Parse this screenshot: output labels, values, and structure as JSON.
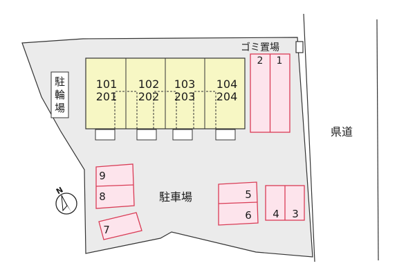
{
  "map": {
    "labels": {
      "bicycle_parking": [
        "駐",
        "輪",
        "場"
      ],
      "garbage_area": "ゴミ置場",
      "parking_lot": "駐車場",
      "road": "県道",
      "north": "N"
    },
    "units": [
      {
        "lower": "101",
        "upper": "201"
      },
      {
        "lower": "102",
        "upper": "202"
      },
      {
        "lower": "103",
        "upper": "203"
      },
      {
        "lower": "104",
        "upper": "204"
      }
    ],
    "parking_spaces": [
      "1",
      "2",
      "3",
      "4",
      "5",
      "6",
      "7",
      "8",
      "9"
    ],
    "colors": {
      "lot": "#ebebeb",
      "building": "#f7f7c4",
      "parking": "#fde4ec",
      "parking_border": "#d93b55",
      "outline": "#333333"
    }
  }
}
